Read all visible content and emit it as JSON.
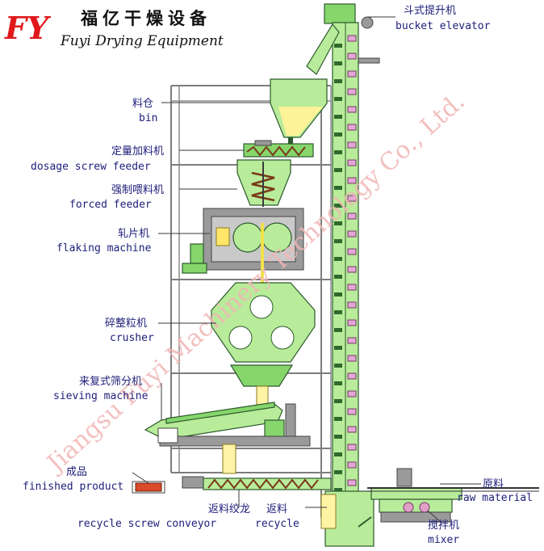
{
  "logo": {
    "letters": "FY",
    "company_cn": "福亿干燥设备",
    "company_en": "Fuyi Drying Equipment"
  },
  "watermark": "Jiangsu Fuyi Machinery Technology Co., Ltd.",
  "labels": {
    "bucket_elevator": {
      "cn": "斗式提升机",
      "en": "bucket elevator"
    },
    "bin": {
      "cn": "料仓",
      "en": "bin"
    },
    "dosage_screw_feeder": {
      "cn": "定量加料机",
      "en": "dosage screw feeder"
    },
    "forced_feeder": {
      "cn": "强制喂料机",
      "en": "forced feeder"
    },
    "flaking_machine": {
      "cn": "轧片机",
      "en": "flaking machine"
    },
    "crusher": {
      "cn": "碎整粒机",
      "en": "crusher"
    },
    "sieving_machine": {
      "cn": "来复式筛分机",
      "en": "sieving machine"
    },
    "finished_product": {
      "cn": "成品",
      "en": "finished product"
    },
    "recycle_screw_conveyor": {
      "cn": "返料绞龙",
      "en": "recycle screw conveyor"
    },
    "recycle": {
      "cn": "返料",
      "en": "recycle"
    },
    "raw_material": {
      "cn": "原料",
      "en": "raw material"
    },
    "mixer": {
      "cn": "搅拌机",
      "en": "mixer"
    }
  },
  "colors": {
    "logo_red": "#e0181b",
    "label_blue": "#1d1d7a",
    "machine_green": "#b8ec9a",
    "frame_gray": "#7d7d7d",
    "watermark_pink": "#f1b6b6"
  }
}
